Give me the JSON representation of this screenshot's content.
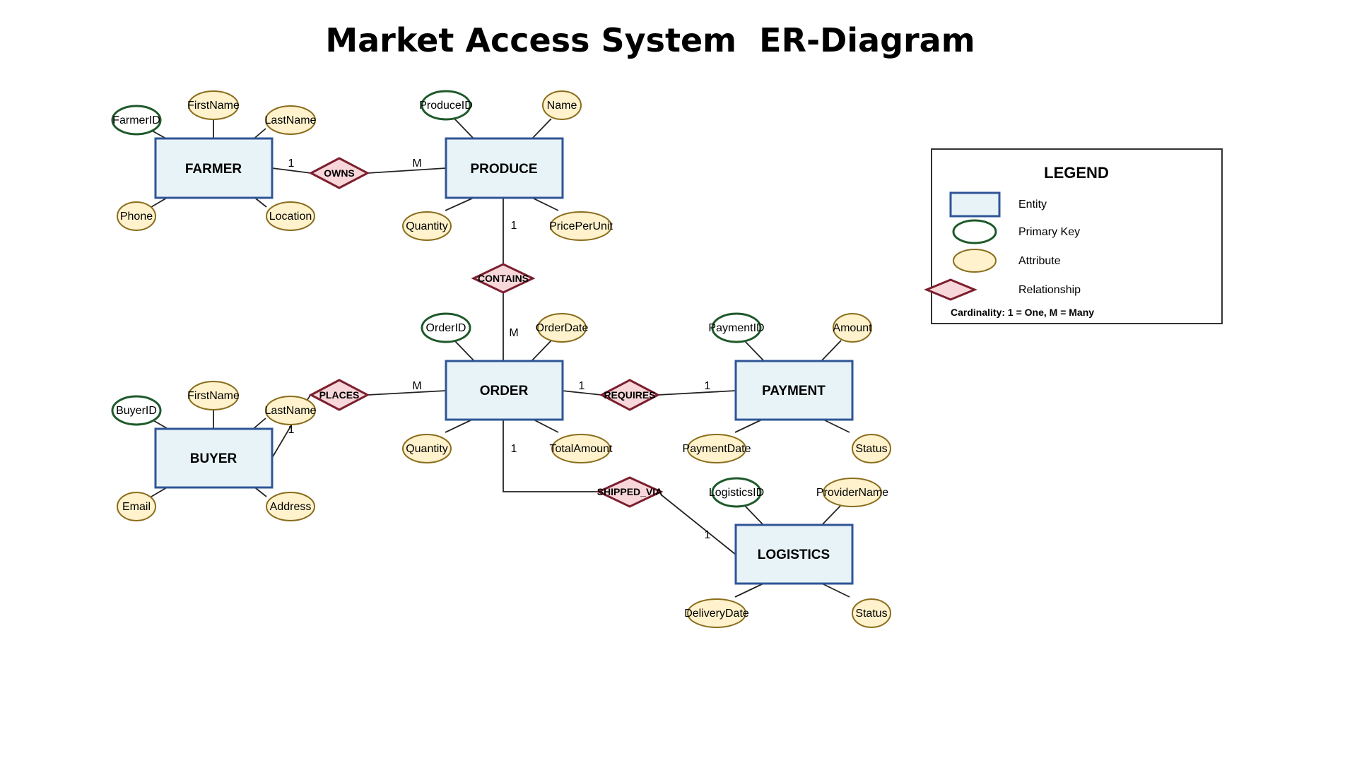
{
  "title": "Market Access System  ER-Diagram",
  "entities": {
    "farmer": "FARMER",
    "produce": "PRODUCE",
    "order": "ORDER",
    "payment": "PAYMENT",
    "buyer": "BUYER",
    "logistics": "LOGISTICS"
  },
  "attributes": {
    "farmer": {
      "pk": "FarmerID",
      "first_name": "FirstName",
      "last_name": "LastName",
      "phone": "Phone",
      "location": "Location"
    },
    "produce": {
      "pk": "ProduceID",
      "name": "Name",
      "quantity": "Quantity",
      "price_per_unit": "PricePerUnit"
    },
    "order": {
      "pk": "OrderID",
      "order_date": "OrderDate",
      "quantity": "Quantity",
      "total_amount": "TotalAmount"
    },
    "payment": {
      "pk": "PaymentID",
      "amount": "Amount",
      "payment_date": "PaymentDate",
      "status": "Status"
    },
    "buyer": {
      "pk": "BuyerID",
      "first_name": "FirstName",
      "last_name": "LastName",
      "email": "Email",
      "address": "Address"
    },
    "logistics": {
      "pk": "LogisticsID",
      "provider_name": "ProviderName",
      "delivery_date": "DeliveryDate",
      "status": "Status"
    }
  },
  "relationships": {
    "owns": "OWNS",
    "contains": "CONTAINS",
    "places": "PLACES",
    "requires": "REQUIRES",
    "shipped_via": "SHIPPED_VIA"
  },
  "cardinalities": {
    "owns_farmer": "1",
    "owns_produce": "M",
    "contains_produce": "1",
    "contains_order": "M",
    "places_buyer": "1",
    "places_order": "M",
    "requires_order": "1",
    "requires_payment": "1",
    "shipped_order": "1",
    "shipped_logistics": "1"
  },
  "legend": {
    "title": "LEGEND",
    "entity": "Entity",
    "primary_key": "Primary Key",
    "attribute": "Attribute",
    "relationship": "Relationship",
    "cardinality_note": "Cardinality: 1 = One, M = Many"
  },
  "colors": {
    "entity_fill": "#e8f3f7",
    "entity_border": "#2f5597",
    "primary_key_border": "#1e5a2a",
    "attribute_fill": "#fff2cc",
    "attribute_border": "#8a6d1c",
    "relationship_fill": "#f8d7da",
    "relationship_border": "#7b1f2e"
  }
}
